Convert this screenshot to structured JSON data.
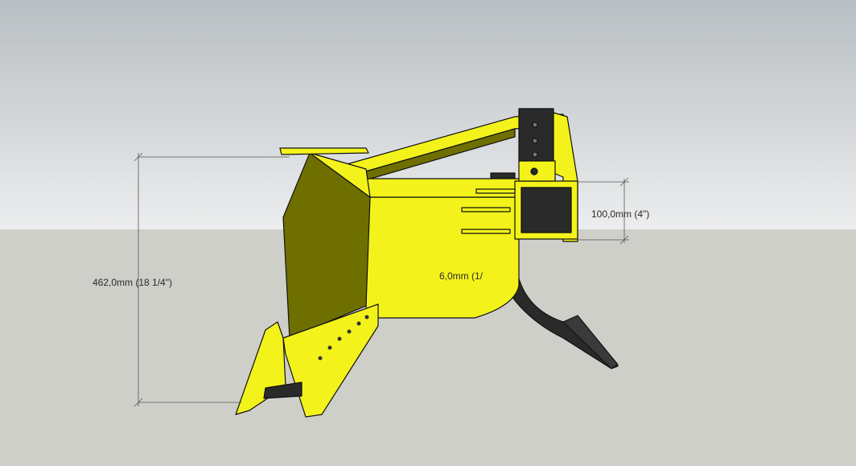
{
  "scene": {
    "sky_top": "#b8bec2",
    "sky_bottom": "#e8eaeb",
    "ground": "#cfcfca",
    "part_yellow": "#f3f31b",
    "part_yellow_shade": "#6f6f00",
    "part_dark": "#2a2a2a",
    "outline": "#111111"
  },
  "dimensions": {
    "height_label": "462,0mm (18 1/4\")",
    "tube_label": "100,0mm (4\")",
    "thickness_label": "6,0mm (1/"
  }
}
